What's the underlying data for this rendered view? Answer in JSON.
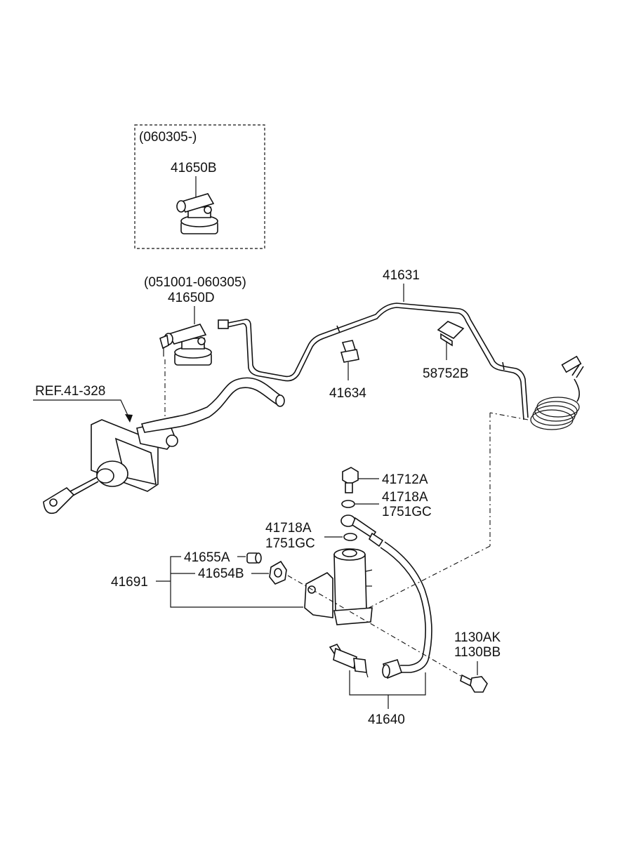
{
  "labels": {
    "version_new": "(060305-)",
    "reservoir_new": "41650B",
    "version_old": "(051001-060305)",
    "reservoir_old": "41650D",
    "ref": "REF.41-328",
    "tube": "41631",
    "clip": "41634",
    "bracket_clip": "58752B",
    "bleeder_bolt": "41712A",
    "gasket_top_a": "41718A",
    "gasket_top_b": "1751GC",
    "gasket_bot_a": "41718A",
    "gasket_bot_b": "1751GC",
    "bushing_a": "41655A",
    "bushing_b": "41654B",
    "assembly": "41691",
    "bolt_a": "1130AK",
    "bolt_b": "1130BB",
    "hose_assy": "41640"
  }
}
